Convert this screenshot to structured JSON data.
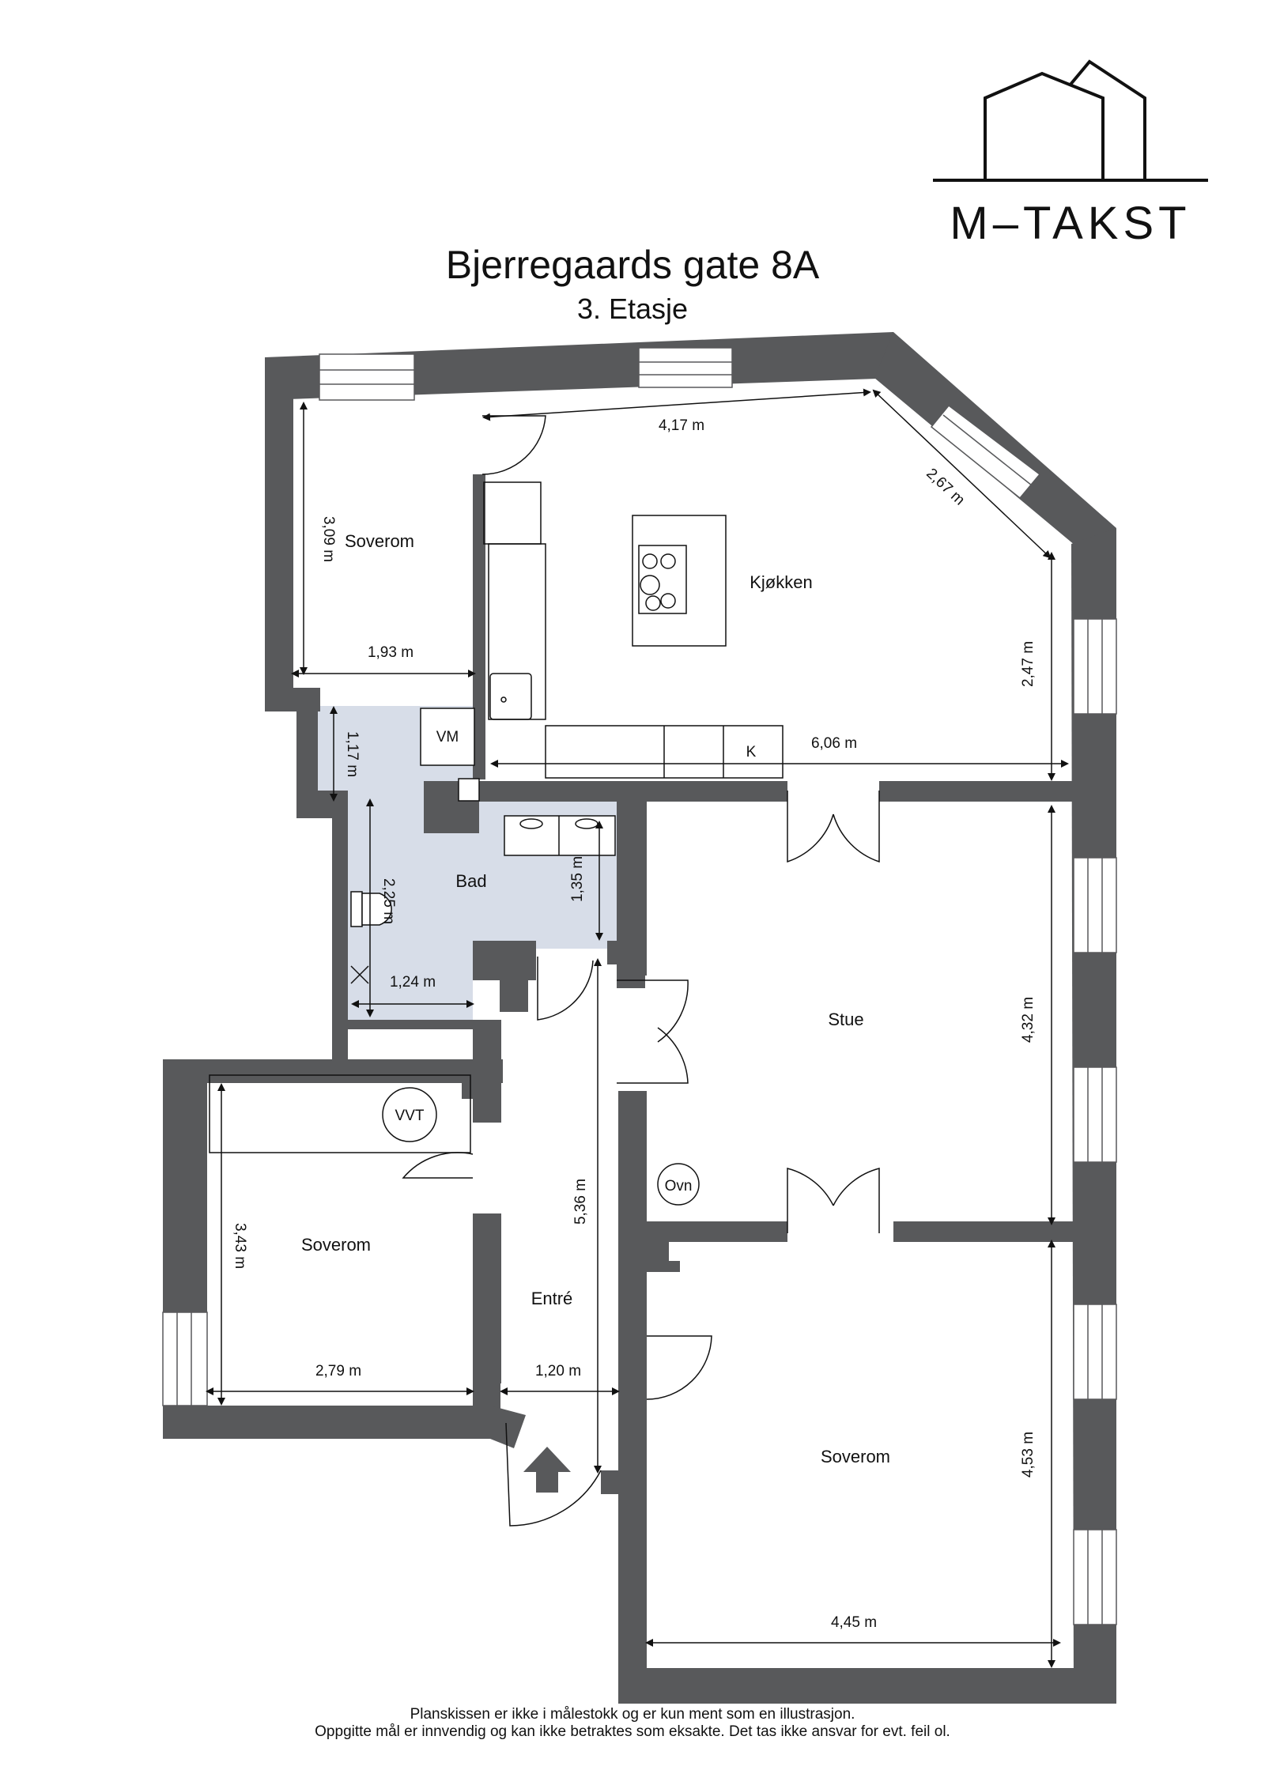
{
  "logo": {
    "text": "M–TAKST"
  },
  "header": {
    "title": "Bjerregaards gate 8A",
    "subtitle": "3. Etasje"
  },
  "rooms": {
    "soverom_top": "Soverom",
    "kjokken": "Kjøkken",
    "bad": "Bad",
    "stue": "Stue",
    "soverom_left": "Soverom",
    "entre": "Entré",
    "soverom_bottom": "Soverom"
  },
  "fixtures": {
    "vm": "VM",
    "vvt": "VVT",
    "ovn": "Ovn",
    "k": "K"
  },
  "dimensions": {
    "d1": "4,17 m",
    "d2": "2,67 m",
    "d3": "3,09 m",
    "d4": "1,93 m",
    "d5": "2,47 m",
    "d6": "6,06 m",
    "d7": "1,17 m",
    "d8": "2,25 m",
    "d9": "1,35 m",
    "d10": "1,24 m",
    "d11": "4,32 m",
    "d12": "5,36 m",
    "d13": "3,43 m",
    "d14": "2,79 m",
    "d15": "1,20 m",
    "d16": "4,53 m",
    "d17": "4,45 m"
  },
  "footer": {
    "line1": "Planskissen er ikke i målestokk og er kun ment som en illustrasjon.",
    "line2": "Oppgitte mål er innvendig og kan ikke betraktes som eksakte. Det tas ikke ansvar for evt. feil ol."
  },
  "colors": {
    "wall": "#58595b",
    "bath_floor": "#d7dde8",
    "line": "#111111"
  }
}
